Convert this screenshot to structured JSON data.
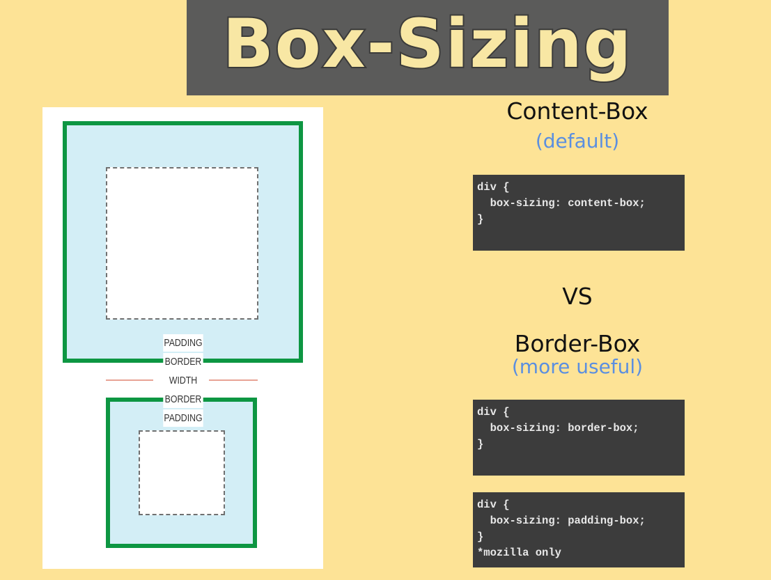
{
  "title": "Box-Sizing",
  "diagram": {
    "labels": {
      "padding_top": "PADDING",
      "border_top": "BORDER",
      "width": "WIDTH",
      "border_bottom": "BORDER",
      "padding_bottom": "PADDING"
    }
  },
  "content_box": {
    "heading": "Content-Box",
    "subheading": "(default)",
    "code": [
      "div {",
      "  box-sizing: content-box;",
      "}"
    ]
  },
  "vs": "VS",
  "border_box": {
    "heading": "Border-Box",
    "subheading": "(more useful)",
    "code": [
      "div {",
      "  box-sizing: border-box;",
      "}"
    ]
  },
  "padding_box": {
    "code": [
      "div {",
      "  box-sizing: padding-box;",
      "}",
      "*mozilla only"
    ]
  },
  "colors": {
    "background": "#fde396",
    "banner": "#5b5b5a",
    "border_green": "#0d9642",
    "padding_blue": "#d3eef6",
    "accent_blue": "#5b8fe0",
    "code_bg": "#3c3c3c"
  }
}
